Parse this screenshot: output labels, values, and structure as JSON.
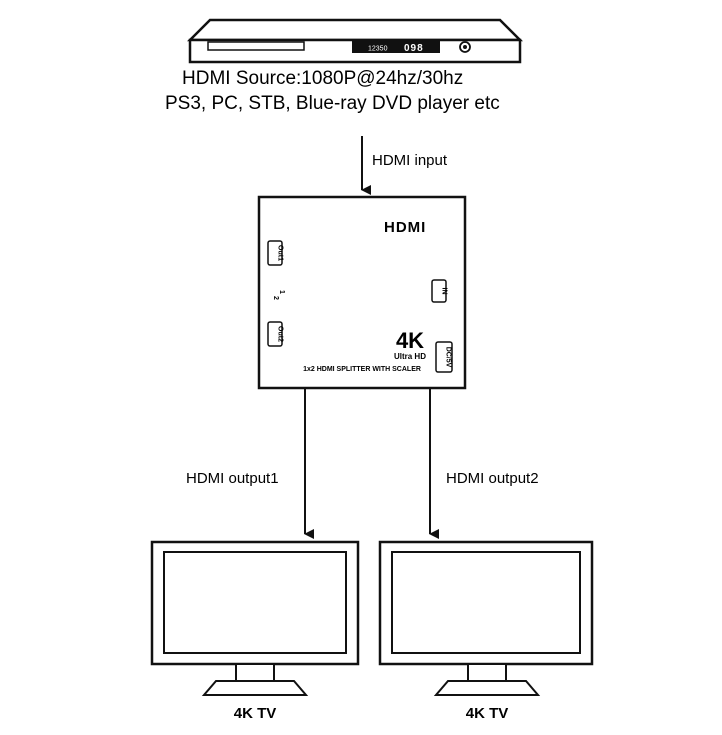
{
  "source": {
    "display_left": "12350",
    "display_right": "098",
    "line1": "HDMI Source:1080P@24hz/30hz",
    "line2": "PS3, PC, STB, Blue-ray DVD player etc"
  },
  "input_label": "HDMI input",
  "splitter": {
    "logo": "HDMI",
    "port_out1": "Out1",
    "port_out2": "Out2",
    "port_in": "IN",
    "port_dc": "DC/5V",
    "num1": "1",
    "num2": "2",
    "badge_4k": "4K",
    "badge_ultra": "Ultra HD",
    "model": "1x2 HDMI SPLITTER WITH SCALER"
  },
  "outputs": [
    {
      "label": "HDMI output1",
      "tv": "4K TV"
    },
    {
      "label": "HDMI output2",
      "tv": "4K TV"
    }
  ]
}
